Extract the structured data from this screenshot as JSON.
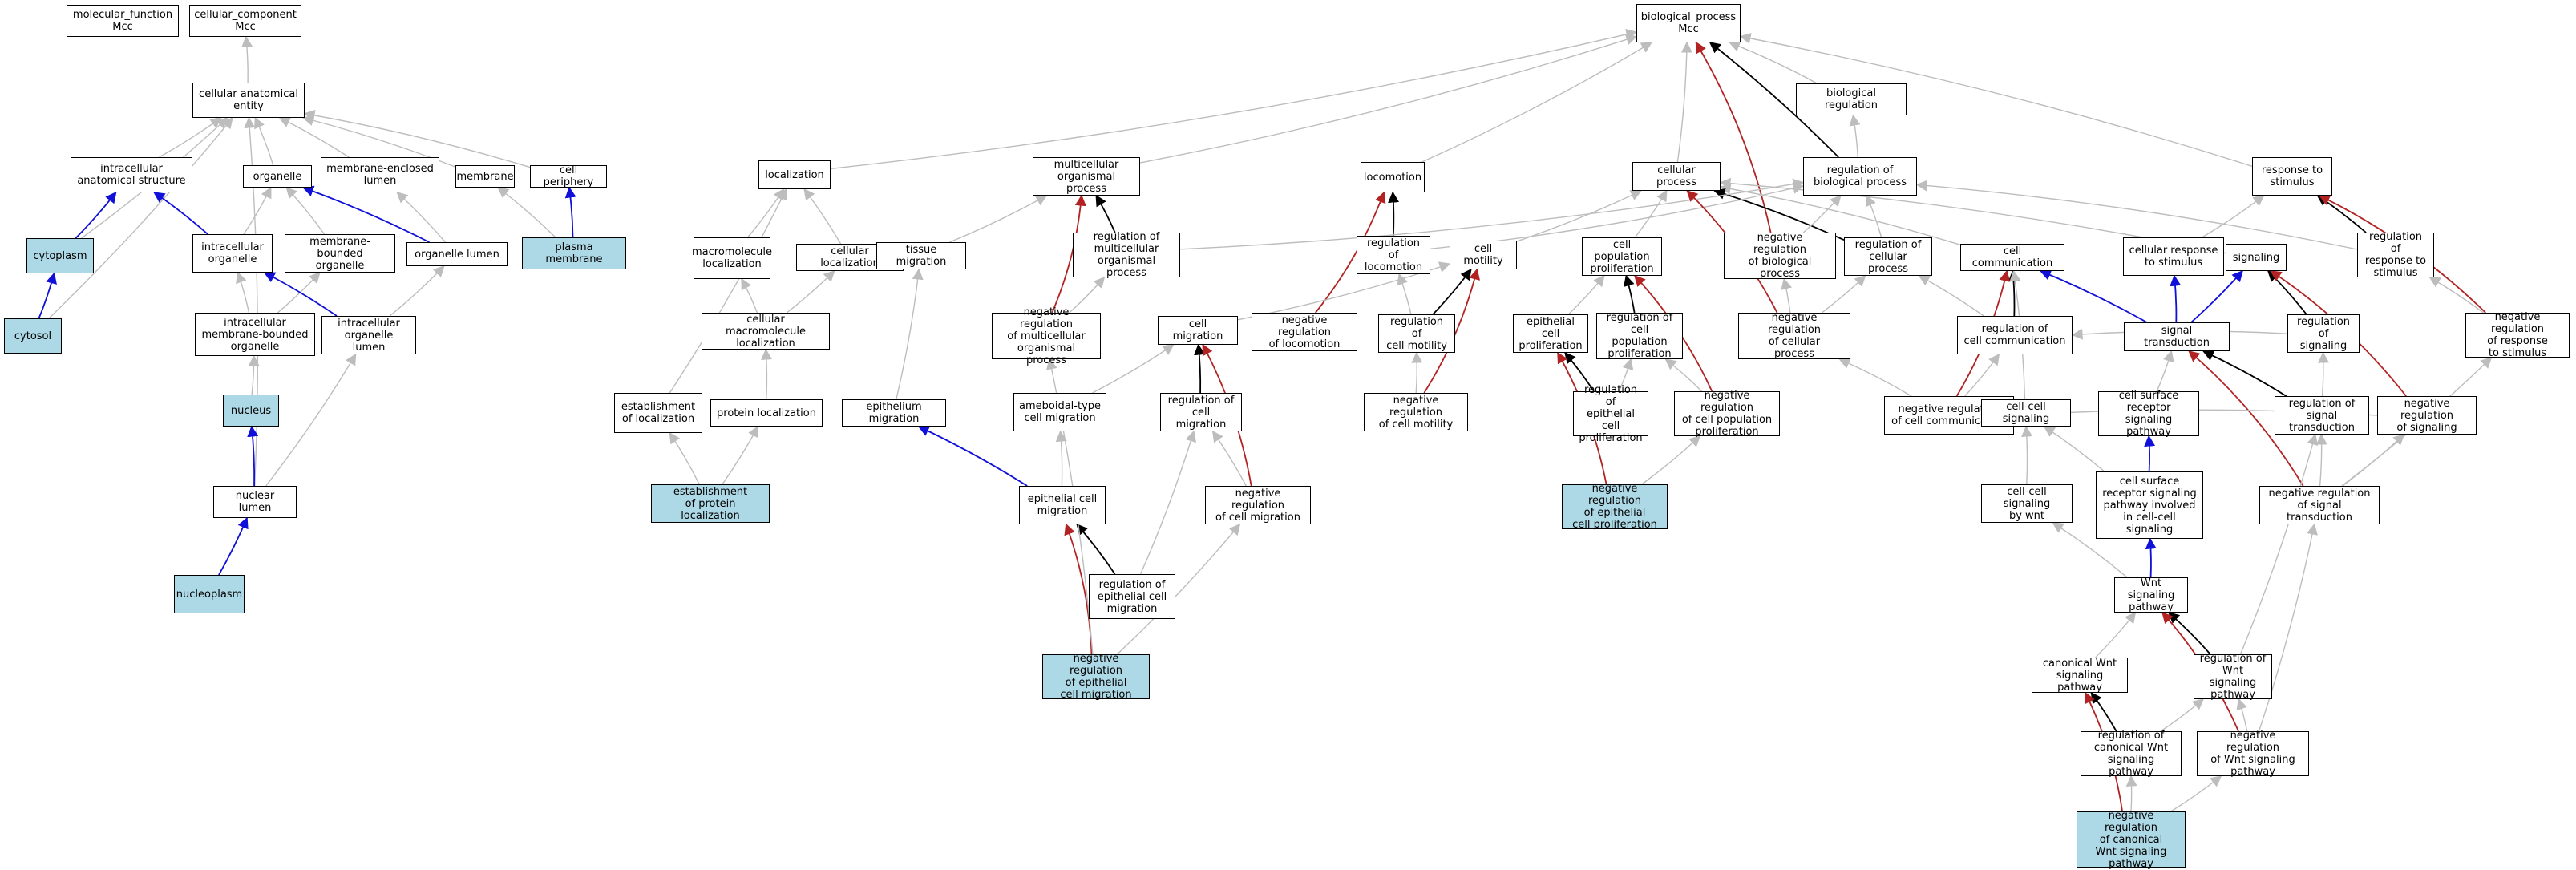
{
  "colors": {
    "is_a": "#bdbdbd",
    "part_of": "#1010d8",
    "regulates": "#000000",
    "negatively_regulates": "#b22222",
    "highlight": "#add8e6"
  },
  "nodes": [
    {
      "id": "mf",
      "label": "molecular_function\nMcc"
    },
    {
      "id": "cc",
      "label": "cellular_component\nMcc"
    },
    {
      "id": "cae",
      "label": "cellular anatomical\nentity"
    },
    {
      "id": "ias",
      "label": "intracellular\nanatomical structure"
    },
    {
      "id": "org",
      "label": "organelle"
    },
    {
      "id": "mel",
      "label": "membrane-enclosed\nlumen"
    },
    {
      "id": "mem",
      "label": "membrane"
    },
    {
      "id": "cper",
      "label": "cell periphery"
    },
    {
      "id": "cyto",
      "label": "cytoplasm",
      "hl": true
    },
    {
      "id": "iorg",
      "label": "intracellular\norganelle"
    },
    {
      "id": "mbo",
      "label": "membrane-bounded\norganelle"
    },
    {
      "id": "orgl",
      "label": "organelle lumen"
    },
    {
      "id": "pm",
      "label": "plasma membrane",
      "hl": true
    },
    {
      "id": "cytosol",
      "label": "cytosol",
      "hl": true
    },
    {
      "id": "imbo",
      "label": "intracellular\nmembrane-bounded\norganelle"
    },
    {
      "id": "iol",
      "label": "intracellular\norganelle lumen"
    },
    {
      "id": "nuc",
      "label": "nucleus",
      "hl": true
    },
    {
      "id": "nl",
      "label": "nuclear lumen"
    },
    {
      "id": "np",
      "label": "nucleoplasm",
      "hl": true
    },
    {
      "id": "loc",
      "label": "localization"
    },
    {
      "id": "mloc",
      "label": "macromolecule\nlocalization"
    },
    {
      "id": "cloc",
      "label": "cellular localization"
    },
    {
      "id": "cmloc",
      "label": "cellular macromolecule\nlocalization"
    },
    {
      "id": "eloc",
      "label": "establishment\nof localization"
    },
    {
      "id": "ploc",
      "label": "protein localization"
    },
    {
      "id": "eploc",
      "label": "establishment\nof protein localization",
      "hl": true
    },
    {
      "id": "bp",
      "label": "biological_process\nMcc"
    },
    {
      "id": "breg",
      "label": "biological regulation"
    },
    {
      "id": "mop",
      "label": "multicellular\norganismal process"
    },
    {
      "id": "loco",
      "label": "locomotion"
    },
    {
      "id": "cproc",
      "label": "cellular process"
    },
    {
      "id": "rbp",
      "label": "regulation of\nbiological process"
    },
    {
      "id": "rts",
      "label": "response to\nstimulus"
    },
    {
      "id": "tmig",
      "label": "tissue migration"
    },
    {
      "id": "rmop",
      "label": "regulation of\nmulticellular\norganismal process"
    },
    {
      "id": "rloco",
      "label": "regulation of\nlocomotion"
    },
    {
      "id": "cmot",
      "label": "cell motility"
    },
    {
      "id": "cpp",
      "label": "cell population\nproliferation"
    },
    {
      "id": "nrbp",
      "label": "negative regulation\nof biological\nprocess"
    },
    {
      "id": "rcp",
      "label": "regulation of\ncellular process"
    },
    {
      "id": "ccom",
      "label": "cell communication"
    },
    {
      "id": "crts",
      "label": "cellular response\nto stimulus"
    },
    {
      "id": "sig",
      "label": "signaling"
    },
    {
      "id": "rrts",
      "label": "regulation of\nresponse to\nstimulus"
    },
    {
      "id": "nrmop",
      "label": "negative regulation\nof multicellular\norganismal process"
    },
    {
      "id": "cmig",
      "label": "cell migration"
    },
    {
      "id": "nrloco",
      "label": "negative regulation\nof locomotion"
    },
    {
      "id": "rcmot",
      "label": "regulation of\ncell motility"
    },
    {
      "id": "ecp",
      "label": "epithelial cell\nproliferation"
    },
    {
      "id": "rcpp",
      "label": "regulation of\ncell population\nproliferation"
    },
    {
      "id": "nrcp",
      "label": "negative regulation\nof cellular\nprocess"
    },
    {
      "id": "rccom",
      "label": "regulation of\ncell communication"
    },
    {
      "id": "st",
      "label": "signal transduction"
    },
    {
      "id": "rsig",
      "label": "regulation of\nsignaling"
    },
    {
      "id": "nrrts",
      "label": "negative regulation\nof response\nto stimulus"
    },
    {
      "id": "emig",
      "label": "epithelium migration"
    },
    {
      "id": "amig",
      "label": "ameboidal-type\ncell migration"
    },
    {
      "id": "rcmig",
      "label": "regulation of\ncell migration"
    },
    {
      "id": "nrcmot",
      "label": "negative regulation\nof cell motility"
    },
    {
      "id": "recp",
      "label": "regulation of\nepithelial cell\nproliferation"
    },
    {
      "id": "nrcpp",
      "label": "negative regulation\nof cell population\nproliferation"
    },
    {
      "id": "nrccom",
      "label": "negative regulation\nof cell communication"
    },
    {
      "id": "ccs",
      "label": "cell-cell signaling"
    },
    {
      "id": "csrsp",
      "label": "cell surface\nreceptor signaling\npathway"
    },
    {
      "id": "rst",
      "label": "regulation of\nsignal transduction"
    },
    {
      "id": "nrsig",
      "label": "negative regulation\nof signaling"
    },
    {
      "id": "ecm",
      "label": "epithelial cell\nmigration"
    },
    {
      "id": "nrcmig",
      "label": "negative regulation\nof cell migration"
    },
    {
      "id": "nrecp",
      "label": "negative regulation\nof epithelial\ncell proliferation",
      "hl": true
    },
    {
      "id": "ccsw",
      "label": "cell-cell signaling\nby wnt"
    },
    {
      "id": "csrspc",
      "label": "cell surface\nreceptor signaling\npathway involved\nin cell-cell\nsignaling"
    },
    {
      "id": "nrst",
      "label": "negative regulation\nof signal transduction"
    },
    {
      "id": "recm",
      "label": "regulation of\nepithelial cell\nmigration"
    },
    {
      "id": "wnt",
      "label": "Wnt signaling\npathway"
    },
    {
      "id": "nrecm",
      "label": "negative regulation\nof epithelial\ncell migration",
      "hl": true
    },
    {
      "id": "cwnt",
      "label": "canonical Wnt\nsignaling pathway"
    },
    {
      "id": "rwnt",
      "label": "regulation of\nWnt signaling\npathway"
    },
    {
      "id": "rcwnt",
      "label": "regulation of\ncanonical Wnt\nsignaling pathway"
    },
    {
      "id": "nrwnt",
      "label": "negative regulation\nof Wnt signaling\npathway"
    },
    {
      "id": "nrcwnt",
      "label": "negative regulation\nof canonical\nWnt signaling\npathway",
      "hl": true
    }
  ],
  "edges": [
    [
      "cae",
      "cc",
      "is_a"
    ],
    [
      "ias",
      "cae",
      "is_a"
    ],
    [
      "org",
      "cae",
      "is_a"
    ],
    [
      "mel",
      "cae",
      "is_a"
    ],
    [
      "mem",
      "cae",
      "is_a"
    ],
    [
      "cper",
      "cae",
      "is_a"
    ],
    [
      "cyto",
      "cae",
      "is_a"
    ],
    [
      "cytosol",
      "cae",
      "is_a"
    ],
    [
      "nl",
      "cae",
      "is_a"
    ],
    [
      "cyto",
      "ias",
      "part_of"
    ],
    [
      "iorg",
      "ias",
      "part_of"
    ],
    [
      "cytosol",
      "cyto",
      "part_of"
    ],
    [
      "iorg",
      "org",
      "is_a"
    ],
    [
      "mbo",
      "org",
      "is_a"
    ],
    [
      "orgl",
      "org",
      "part_of"
    ],
    [
      "orgl",
      "mel",
      "is_a"
    ],
    [
      "pm",
      "mem",
      "is_a"
    ],
    [
      "pm",
      "cper",
      "part_of"
    ],
    [
      "imbo",
      "iorg",
      "is_a"
    ],
    [
      "imbo",
      "mbo",
      "is_a"
    ],
    [
      "iol",
      "iorg",
      "part_of"
    ],
    [
      "iol",
      "orgl",
      "is_a"
    ],
    [
      "nuc",
      "imbo",
      "is_a"
    ],
    [
      "np",
      "nl",
      "part_of"
    ],
    [
      "nl",
      "nuc",
      "part_of"
    ],
    [
      "nl",
      "iol",
      "is_a"
    ],
    [
      "loc",
      "bp",
      "is_a"
    ],
    [
      "mloc",
      "loc",
      "is_a"
    ],
    [
      "cloc",
      "loc",
      "is_a"
    ],
    [
      "cmloc",
      "mloc",
      "is_a"
    ],
    [
      "cmloc",
      "cloc",
      "is_a"
    ],
    [
      "eloc",
      "loc",
      "is_a"
    ],
    [
      "ploc",
      "cmloc",
      "is_a"
    ],
    [
      "eploc",
      "eloc",
      "is_a"
    ],
    [
      "eploc",
      "ploc",
      "is_a"
    ],
    [
      "mop",
      "bp",
      "is_a"
    ],
    [
      "loco",
      "bp",
      "is_a"
    ],
    [
      "cproc",
      "bp",
      "is_a"
    ],
    [
      "breg",
      "bp",
      "is_a"
    ],
    [
      "rts",
      "bp",
      "is_a"
    ],
    [
      "rbp",
      "bp",
      "regulates"
    ],
    [
      "rbp",
      "breg",
      "is_a"
    ],
    [
      "nrbp",
      "bp",
      "negatively_regulates"
    ],
    [
      "tmig",
      "mop",
      "is_a"
    ],
    [
      "rmop",
      "mop",
      "regulates"
    ],
    [
      "nrmop",
      "mop",
      "negatively_regulates"
    ],
    [
      "rloco",
      "loco",
      "regulates"
    ],
    [
      "nrloco",
      "loco",
      "negatively_regulates"
    ],
    [
      "cmot",
      "cproc",
      "is_a"
    ],
    [
      "cpp",
      "cproc",
      "is_a"
    ],
    [
      "ccom",
      "cproc",
      "is_a"
    ],
    [
      "sig",
      "cproc",
      "is_a"
    ],
    [
      "rcp",
      "cproc",
      "regulates"
    ],
    [
      "rmop",
      "rbp",
      "is_a"
    ],
    [
      "rloco",
      "rbp",
      "is_a"
    ],
    [
      "nrbp",
      "rbp",
      "is_a"
    ],
    [
      "rcp",
      "rbp",
      "is_a"
    ],
    [
      "rrts",
      "rbp",
      "is_a"
    ],
    [
      "crts",
      "rts",
      "is_a"
    ],
    [
      "rrts",
      "rts",
      "regulates"
    ],
    [
      "nrrts",
      "rts",
      "negatively_regulates"
    ],
    [
      "nrcp",
      "cproc",
      "negatively_regulates"
    ],
    [
      "emig",
      "tmig",
      "is_a"
    ],
    [
      "nrmop",
      "rmop",
      "is_a"
    ],
    [
      "rcmot",
      "cmot",
      "regulates"
    ],
    [
      "nrcmot",
      "cmot",
      "negatively_regulates"
    ],
    [
      "rcmot",
      "rloco",
      "is_a"
    ],
    [
      "rcpp",
      "cpp",
      "regulates"
    ],
    [
      "nrcpp",
      "cpp",
      "negatively_regulates"
    ],
    [
      "ecp",
      "cpp",
      "is_a"
    ],
    [
      "nrcp",
      "nrbp",
      "is_a"
    ],
    [
      "nrcp",
      "rcp",
      "is_a"
    ],
    [
      "rccom",
      "ccom",
      "regulates"
    ],
    [
      "nrccom",
      "ccom",
      "negatively_regulates"
    ],
    [
      "st",
      "ccom",
      "part_of"
    ],
    [
      "st",
      "crts",
      "part_of"
    ],
    [
      "st",
      "sig",
      "part_of"
    ],
    [
      "rsig",
      "sig",
      "regulates"
    ],
    [
      "nrsig",
      "sig",
      "negatively_regulates"
    ],
    [
      "nrrts",
      "rrts",
      "is_a"
    ],
    [
      "cmig",
      "cmot",
      "is_a"
    ],
    [
      "amig",
      "cmig",
      "is_a"
    ],
    [
      "rcmig",
      "cmig",
      "regulates"
    ],
    [
      "nrcmig",
      "cmig",
      "negatively_regulates"
    ],
    [
      "nrcmot",
      "rcmot",
      "is_a"
    ],
    [
      "recp",
      "ecp",
      "regulates"
    ],
    [
      "nrecp",
      "ecp",
      "negatively_regulates"
    ],
    [
      "recp",
      "rcpp",
      "is_a"
    ],
    [
      "nrcpp",
      "rcpp",
      "is_a"
    ],
    [
      "nrecp",
      "nrcpp",
      "is_a"
    ],
    [
      "rst",
      "st",
      "regulates"
    ],
    [
      "nrst",
      "st",
      "negatively_regulates"
    ],
    [
      "csrsp",
      "st",
      "is_a"
    ],
    [
      "ccs",
      "ccom",
      "is_a"
    ],
    [
      "ecm",
      "emig",
      "part_of"
    ],
    [
      "ecm",
      "amig",
      "is_a"
    ],
    [
      "recm",
      "ecm",
      "regulates"
    ],
    [
      "nrecm",
      "ecm",
      "negatively_regulates"
    ],
    [
      "recm",
      "rcmig",
      "is_a"
    ],
    [
      "nrcmig",
      "rcmig",
      "is_a"
    ],
    [
      "nrecm",
      "nrcmig",
      "is_a"
    ],
    [
      "nrecm",
      "nrmop",
      "is_a"
    ],
    [
      "ccsw",
      "ccs",
      "is_a"
    ],
    [
      "csrspc",
      "csrsp",
      "part_of"
    ],
    [
      "csrspc",
      "ccs",
      "is_a"
    ],
    [
      "wnt",
      "csrspc",
      "part_of"
    ],
    [
      "wnt",
      "ccsw",
      "is_a"
    ],
    [
      "cwnt",
      "wnt",
      "is_a"
    ],
    [
      "rwnt",
      "wnt",
      "regulates"
    ],
    [
      "nrwnt",
      "wnt",
      "negatively_regulates"
    ],
    [
      "rcwnt",
      "cwnt",
      "regulates"
    ],
    [
      "nrcwnt",
      "cwnt",
      "negatively_regulates"
    ],
    [
      "rcwnt",
      "rwnt",
      "is_a"
    ],
    [
      "nrwnt",
      "rwnt",
      "is_a"
    ],
    [
      "nrcwnt",
      "rcwnt",
      "is_a"
    ],
    [
      "nrcwnt",
      "nrwnt",
      "is_a"
    ],
    [
      "rwnt",
      "rst",
      "is_a"
    ],
    [
      "nrwnt",
      "nrst",
      "is_a"
    ],
    [
      "rst",
      "rsig",
      "is_a"
    ],
    [
      "nrst",
      "rst",
      "is_a"
    ],
    [
      "nrst",
      "nrsig",
      "is_a"
    ],
    [
      "rsig",
      "rccom",
      "is_a"
    ],
    [
      "nrsig",
      "nrccom",
      "is_a"
    ],
    [
      "nrccom",
      "rccom",
      "is_a"
    ],
    [
      "nrccom",
      "nrcp",
      "is_a"
    ],
    [
      "rccom",
      "rcp",
      "is_a"
    ],
    [
      "nrst",
      "nrrts",
      "is_a"
    ]
  ]
}
